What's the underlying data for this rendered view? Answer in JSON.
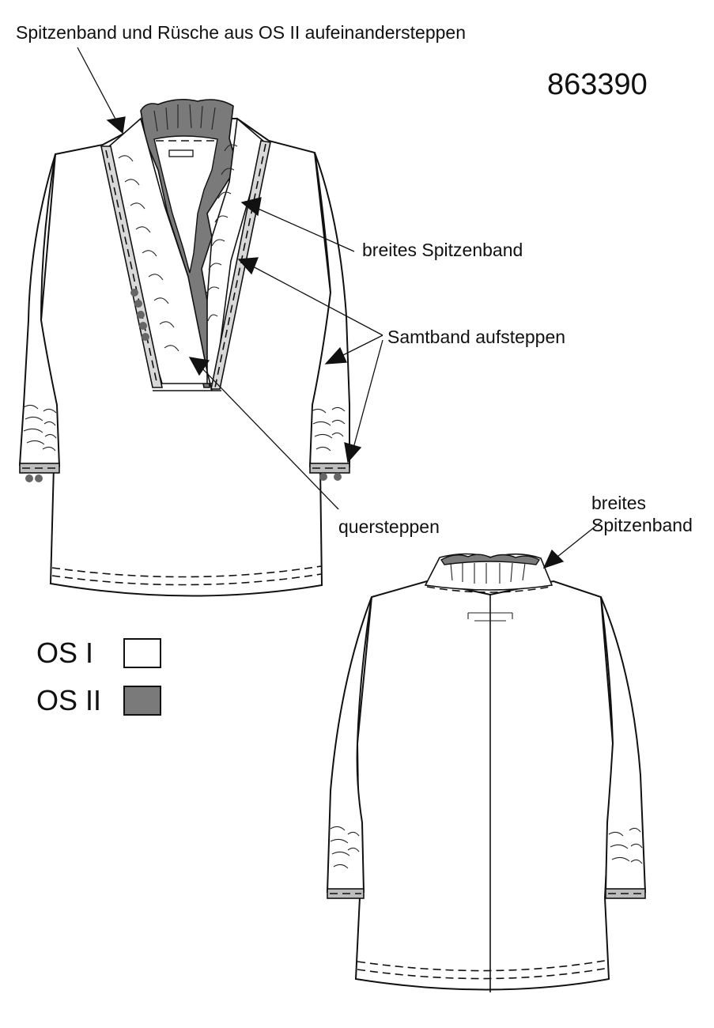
{
  "sheet": {
    "style_number": "863390",
    "colors": {
      "os1": "#ffffff",
      "os2": "#7a7a7a",
      "line": "#111111"
    }
  },
  "annotations": {
    "top_note": "Spitzenband und Rüsche aus OS II aufeinandersteppen",
    "breites_spitzenband": "breites Spitzenband",
    "samtband": "Samtband aufsteppen",
    "quersteppen": "quersteppen",
    "back_line1": "breites",
    "back_line2": "Spitzenband"
  },
  "legend": [
    {
      "label": "OS I",
      "color": "#ffffff"
    },
    {
      "label": "OS II",
      "color": "#7a7a7a"
    }
  ]
}
